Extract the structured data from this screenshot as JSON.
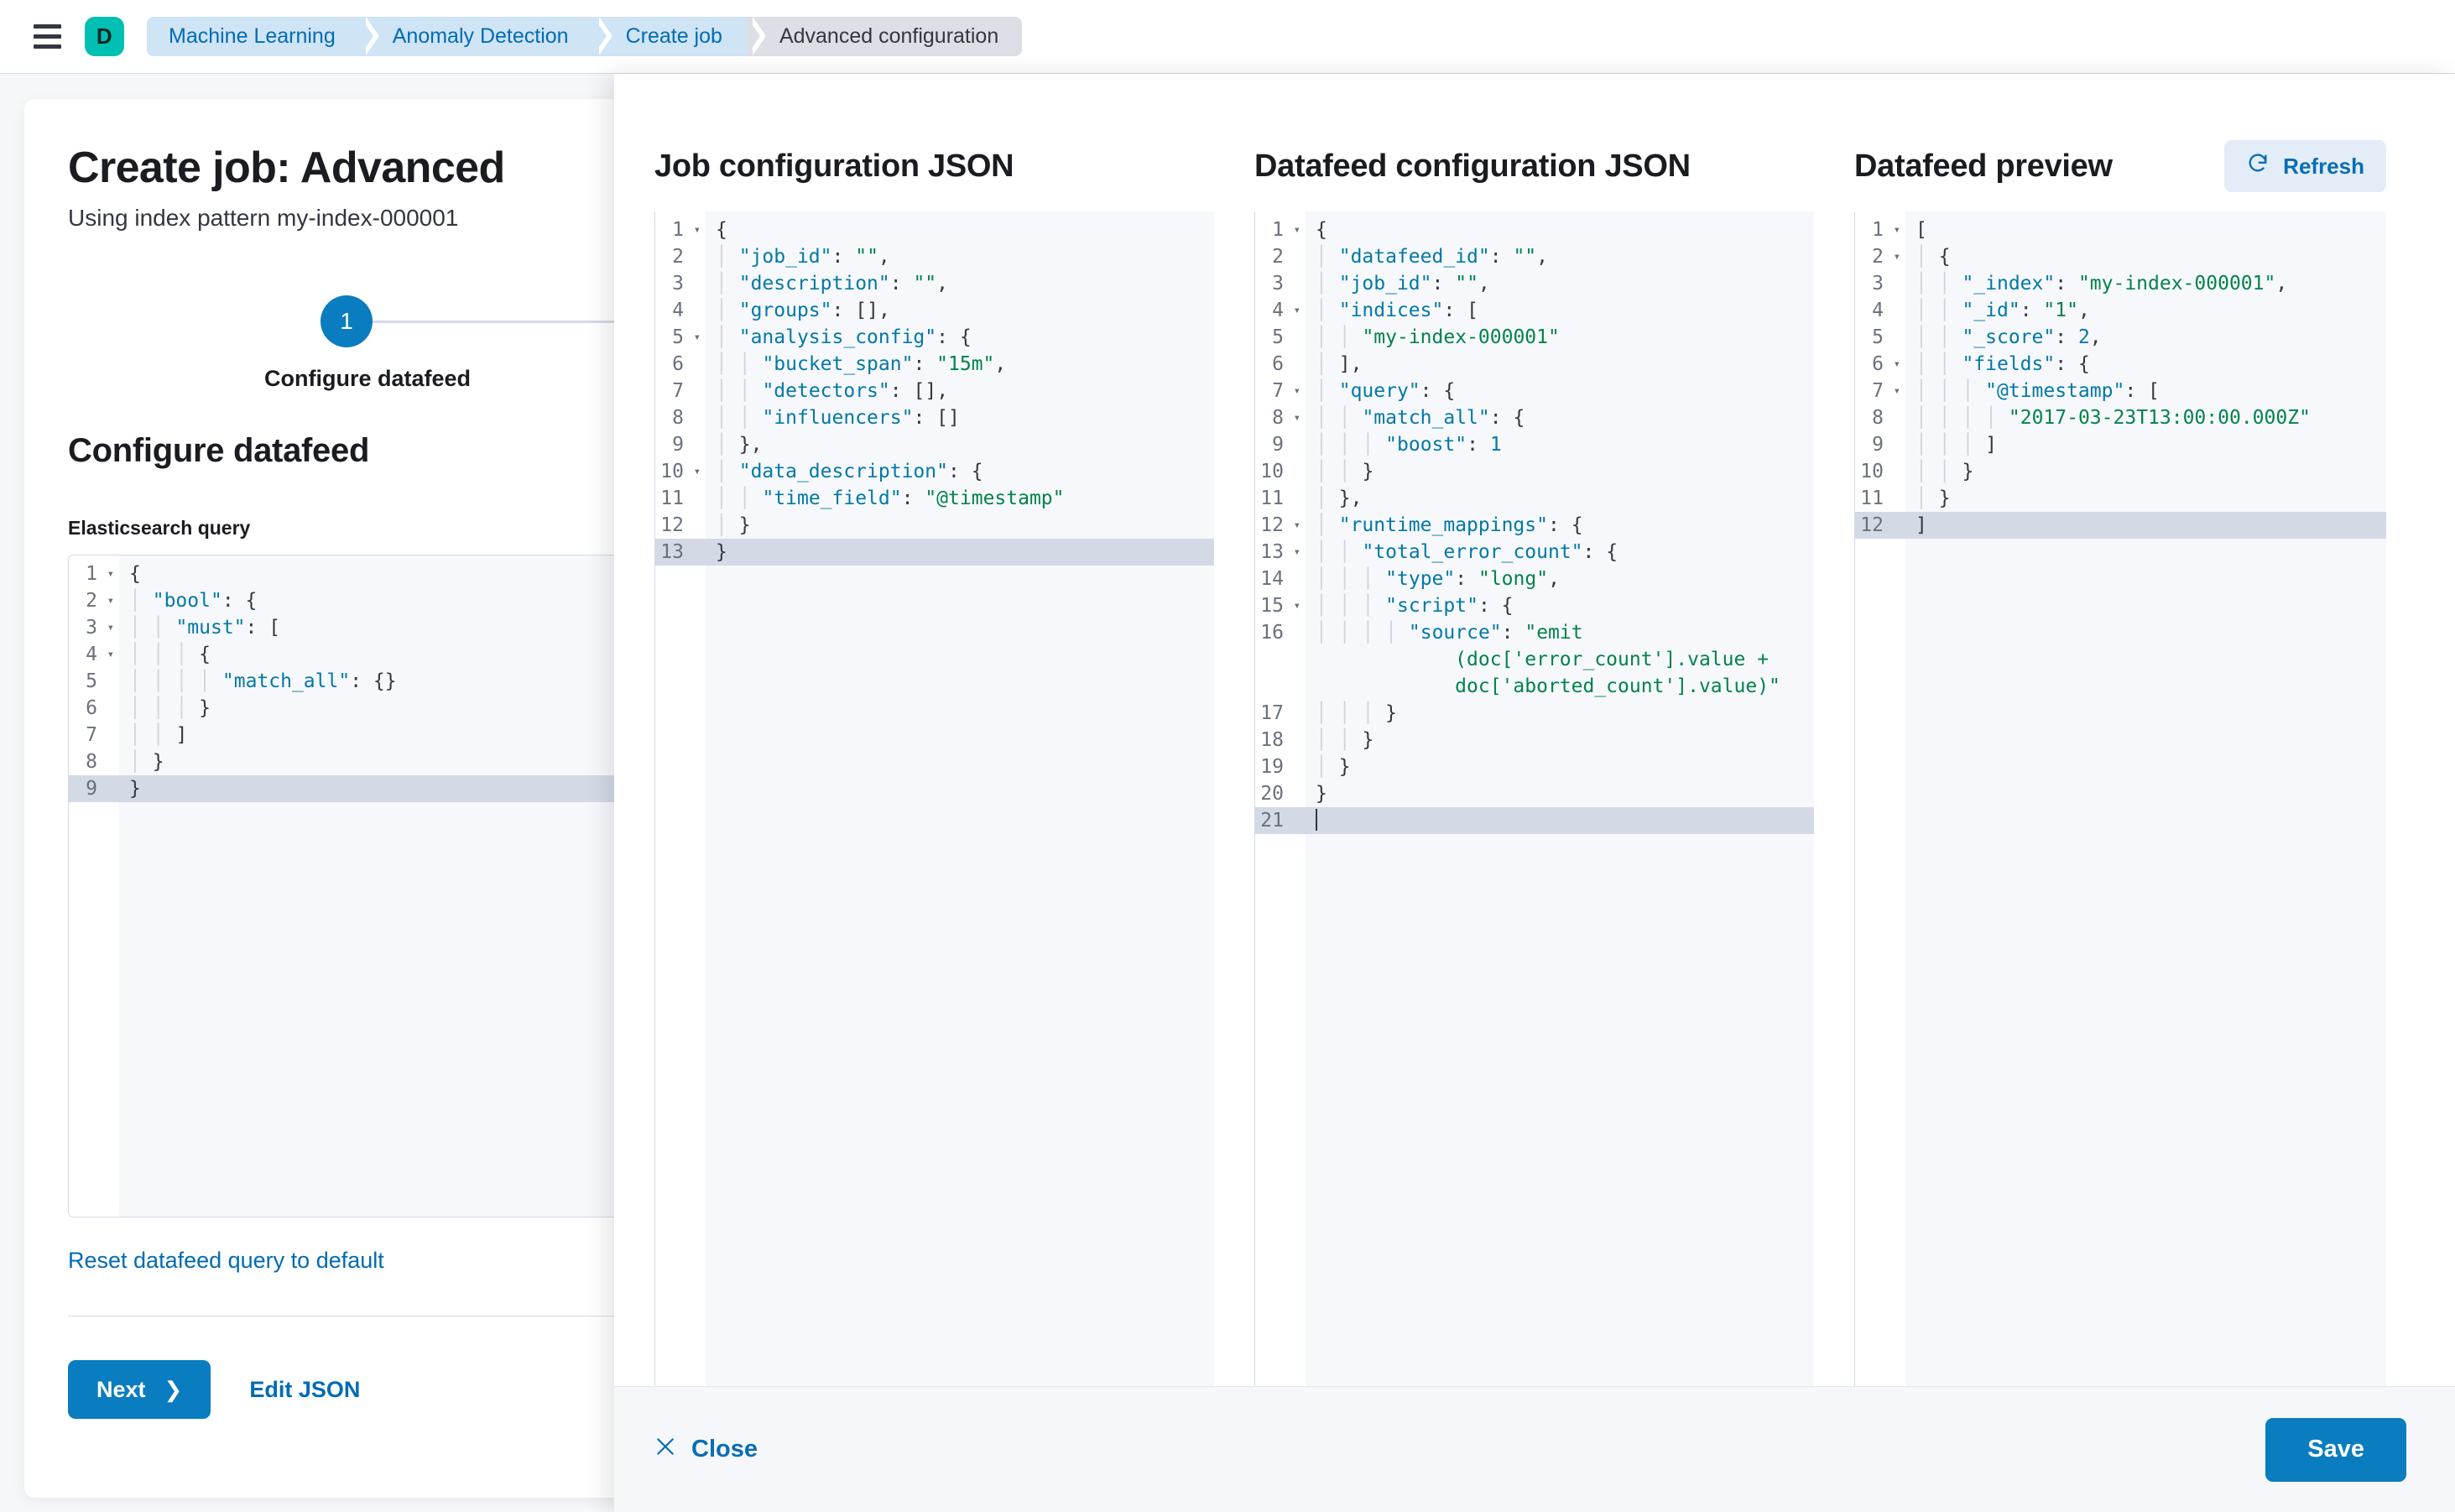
{
  "chrome": {
    "menu_icon": "hamburger-icon",
    "logo_letter": "D",
    "breadcrumbs": [
      {
        "label": "Machine Learning",
        "active": false
      },
      {
        "label": "Anomaly Detection",
        "active": false
      },
      {
        "label": "Create job",
        "active": false
      },
      {
        "label": "Advanced configuration",
        "active": true
      }
    ]
  },
  "wizard": {
    "title": "Create job: Advanced",
    "subtitle": "Using index pattern my-index-000001",
    "step_number": "1",
    "step_label": "Configure datafeed",
    "section_title": "Configure datafeed",
    "field_label": "Elasticsearch query",
    "reset_link": "Reset datafeed query to default",
    "next_label": "Next",
    "next_chevron": "chevron-right-icon",
    "edit_json_label": "Edit JSON",
    "query_editor": {
      "lines": [
        {
          "n": "1",
          "fold": true,
          "text": "{"
        },
        {
          "n": "2",
          "fold": true,
          "text": "  \"bool\": {"
        },
        {
          "n": "3",
          "fold": true,
          "text": "    \"must\": ["
        },
        {
          "n": "4",
          "fold": true,
          "text": "      {"
        },
        {
          "n": "5",
          "fold": false,
          "text": "        \"match_all\": {}"
        },
        {
          "n": "6",
          "fold": false,
          "text": "      }"
        },
        {
          "n": "7",
          "fold": false,
          "text": "    ]"
        },
        {
          "n": "8",
          "fold": false,
          "text": "  }"
        },
        {
          "n": "9",
          "fold": false,
          "text": "}",
          "highlight": true
        }
      ]
    }
  },
  "flyout": {
    "columns": {
      "job": {
        "title": "Job configuration JSON",
        "editor": {
          "lines": [
            {
              "n": "1",
              "fold": true,
              "text": "{"
            },
            {
              "n": "2",
              "fold": false,
              "text": "  \"job_id\": \"\","
            },
            {
              "n": "3",
              "fold": false,
              "text": "  \"description\": \"\","
            },
            {
              "n": "4",
              "fold": false,
              "text": "  \"groups\": [],"
            },
            {
              "n": "5",
              "fold": true,
              "text": "  \"analysis_config\": {"
            },
            {
              "n": "6",
              "fold": false,
              "text": "    \"bucket_span\": \"15m\","
            },
            {
              "n": "7",
              "fold": false,
              "text": "    \"detectors\": [],"
            },
            {
              "n": "8",
              "fold": false,
              "text": "    \"influencers\": []"
            },
            {
              "n": "9",
              "fold": false,
              "text": "  },"
            },
            {
              "n": "10",
              "fold": true,
              "text": "  \"data_description\": {"
            },
            {
              "n": "11",
              "fold": false,
              "text": "    \"time_field\": \"@timestamp\""
            },
            {
              "n": "12",
              "fold": false,
              "text": "  }"
            },
            {
              "n": "13",
              "fold": false,
              "text": "}",
              "highlight": true
            }
          ]
        }
      },
      "datafeed": {
        "title": "Datafeed configuration JSON",
        "editor": {
          "lines": [
            {
              "n": "1",
              "fold": true,
              "text": "{"
            },
            {
              "n": "2",
              "fold": false,
              "text": "  \"datafeed_id\": \"\","
            },
            {
              "n": "3",
              "fold": false,
              "text": "  \"job_id\": \"\","
            },
            {
              "n": "4",
              "fold": true,
              "text": "  \"indices\": ["
            },
            {
              "n": "5",
              "fold": false,
              "text": "    \"my-index-000001\""
            },
            {
              "n": "6",
              "fold": false,
              "text": "  ],"
            },
            {
              "n": "7",
              "fold": true,
              "text": "  \"query\": {"
            },
            {
              "n": "8",
              "fold": true,
              "text": "    \"match_all\": {"
            },
            {
              "n": "9",
              "fold": false,
              "text": "      \"boost\": 1"
            },
            {
              "n": "10",
              "fold": false,
              "text": "    }"
            },
            {
              "n": "11",
              "fold": false,
              "text": "  },"
            },
            {
              "n": "12",
              "fold": true,
              "text": "  \"runtime_mappings\": {"
            },
            {
              "n": "13",
              "fold": true,
              "text": "    \"total_error_count\": {"
            },
            {
              "n": "14",
              "fold": false,
              "text": "      \"type\": \"long\","
            },
            {
              "n": "15",
              "fold": true,
              "text": "      \"script\": {"
            },
            {
              "n": "16",
              "fold": false,
              "wrapped": 3,
              "text": "        \"source\": \"emit(doc['error_count'].value + doc['aborted_count'].value)\""
            },
            {
              "n": "17",
              "fold": false,
              "text": "      }"
            },
            {
              "n": "18",
              "fold": false,
              "text": "    }"
            },
            {
              "n": "19",
              "fold": false,
              "text": "  }"
            },
            {
              "n": "20",
              "fold": false,
              "text": "}"
            },
            {
              "n": "21",
              "fold": false,
              "text": "",
              "highlight": true,
              "caret": true
            }
          ]
        }
      },
      "preview": {
        "title": "Datafeed preview",
        "refresh_label": "Refresh",
        "refresh_icon": "refresh-icon",
        "editor": {
          "lines": [
            {
              "n": "1",
              "fold": true,
              "text": "["
            },
            {
              "n": "2",
              "fold": true,
              "text": "  {"
            },
            {
              "n": "3",
              "fold": false,
              "text": "    \"_index\": \"my-index-000001\","
            },
            {
              "n": "4",
              "fold": false,
              "text": "    \"_id\": \"1\","
            },
            {
              "n": "5",
              "fold": false,
              "text": "    \"_score\": 2,"
            },
            {
              "n": "6",
              "fold": true,
              "text": "    \"fields\": {"
            },
            {
              "n": "7",
              "fold": true,
              "text": "      \"@timestamp\": ["
            },
            {
              "n": "8",
              "fold": false,
              "text": "        \"2017-03-23T13:00:00.000Z\""
            },
            {
              "n": "9",
              "fold": false,
              "text": "      ]"
            },
            {
              "n": "10",
              "fold": false,
              "text": "    }"
            },
            {
              "n": "11",
              "fold": false,
              "text": "  }"
            },
            {
              "n": "12",
              "fold": false,
              "text": "]",
              "highlight": true
            }
          ]
        }
      }
    },
    "footer": {
      "close_label": "Close",
      "close_icon": "close-icon",
      "save_label": "Save"
    }
  },
  "colors": {
    "primary": "#0a7cc0",
    "link": "#006bb4",
    "logo": "#00bfb3",
    "breadcrumb_bg": "#cfe4f5",
    "breadcrumb_active_bg": "#dcdfe5",
    "editor_bg": "#f7f8fc",
    "editor_highlight": "#d3dae6",
    "json_key": "#0079a5",
    "json_string": "#00834a"
  }
}
